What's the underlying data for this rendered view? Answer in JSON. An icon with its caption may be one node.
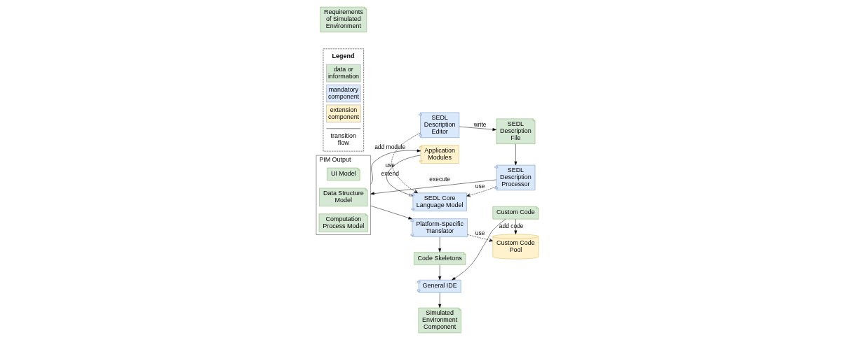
{
  "diagram": {
    "nodes": [
      {
        "text": [
          "Requirements of Simulated Environment"
        ]
      },
      {
        "text": [
          "SEDL Description Editor"
        ]
      },
      {
        "text": [
          "SEDL Description File"
        ]
      },
      {
        "text": [
          "SEDL Core Language Model"
        ]
      },
      {
        "text": [
          "SEDL Description Processor"
        ]
      },
      {
        "text": [
          "Application Modules"
        ]
      },
      {
        "text": [
          "PIM Output"
        ]
      },
      {
        "text": [
          "UI Model"
        ],
        "in": 6
      },
      {
        "text": [
          "Data Structure Model"
        ],
        "in": 6
      },
      {
        "text": [
          "Computation Process Model"
        ],
        "in": 6
      },
      {
        "text": [
          "Platform-Specific Translator"
        ]
      },
      {
        "text": [
          "Custom Code Pool"
        ]
      },
      {
        "text": [
          "Code Skeletons"
        ]
      },
      {
        "text": [
          "General IDE"
        ]
      },
      {
        "text": [
          "Custom Code"
        ]
      },
      {
        "text": [
          "Simulated Environment Component"
        ]
      }
    ],
    "edges": [
      {
        "from": 1,
        "to": 2,
        "arrow": "to",
        "label": "write"
      },
      {
        "from": 1,
        "to": 3,
        "arrow": "to",
        "label": "use",
        "style": "dashed"
      },
      {
        "from": 2,
        "to": 4,
        "arrow": "to"
      },
      {
        "from": 4,
        "to": 3,
        "arrow": "to",
        "label": "use",
        "style": "dashed"
      },
      {
        "from": 4,
        "to": 6,
        "arrow": "to",
        "label": "execute"
      },
      {
        "from": 5,
        "to": 3,
        "arrow": "to",
        "label": "extend"
      },
      {
        "from": 6,
        "to": 5,
        "arrow": "to",
        "label": "add module"
      },
      {
        "from": 6,
        "to": 10,
        "arrow": "to"
      },
      {
        "from": 10,
        "to": 11,
        "arrow": "to",
        "label": "use",
        "style": "dashed"
      },
      {
        "from": 10,
        "to": 12,
        "arrow": "to"
      },
      {
        "from": 12,
        "to": 13,
        "arrow": "to"
      },
      {
        "from": 14,
        "to": 13,
        "arrow": "to"
      },
      {
        "from": 14,
        "to": 11,
        "arrow": "to",
        "label": "add code"
      },
      {
        "from": 13,
        "to": 15,
        "arrow": "to"
      }
    ],
    "labels": [
      "Legend"
    ],
    "legend": [
      {
        "text": "data or information",
        "color": "#d5e8d4"
      },
      {
        "text": "mandatory component",
        "color": "#dae8fc"
      },
      {
        "text": "extension component",
        "color": "#fff2cc"
      },
      {
        "text": "transition flow"
      }
    ]
  }
}
